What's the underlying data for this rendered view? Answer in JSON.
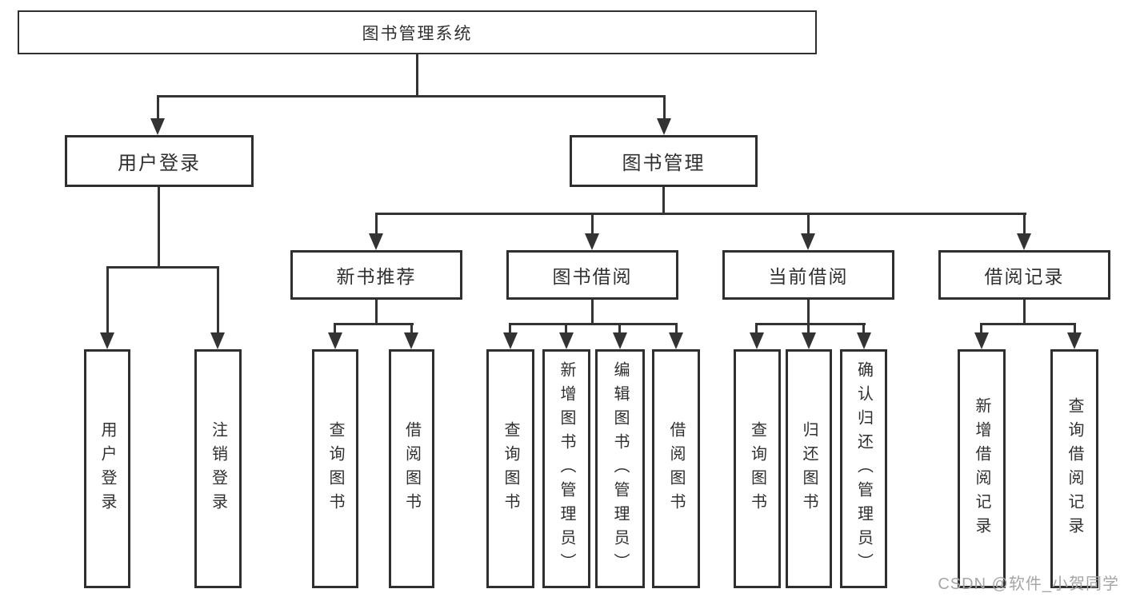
{
  "diagram": {
    "root": {
      "label": "图书管理系统"
    },
    "level2": [
      {
        "label": "用户登录"
      },
      {
        "label": "图书管理"
      }
    ],
    "level3": [
      {
        "label": "新书推荐"
      },
      {
        "label": "图书借阅"
      },
      {
        "label": "当前借阅"
      },
      {
        "label": "借阅记录"
      }
    ],
    "leaves": [
      {
        "label": "用户登录"
      },
      {
        "label": "注销登录"
      },
      {
        "label": "查询图书"
      },
      {
        "label": "借阅图书"
      },
      {
        "label": "查询图书"
      },
      {
        "label": "新增图书（管理员）"
      },
      {
        "label": "编辑图书（管理员）"
      },
      {
        "label": "借阅图书"
      },
      {
        "label": "查询图书"
      },
      {
        "label": "归还图书"
      },
      {
        "label": "确认归还（管理员）"
      },
      {
        "label": "新增借阅记录"
      },
      {
        "label": "查询借阅记录"
      }
    ],
    "watermark": "CSDN @软件_小贺同学",
    "colors": {
      "line": "#333333",
      "border": "#2f2f2f",
      "text": "#303030",
      "watermark": "#a6a6a6",
      "background": "#ffffff"
    }
  }
}
